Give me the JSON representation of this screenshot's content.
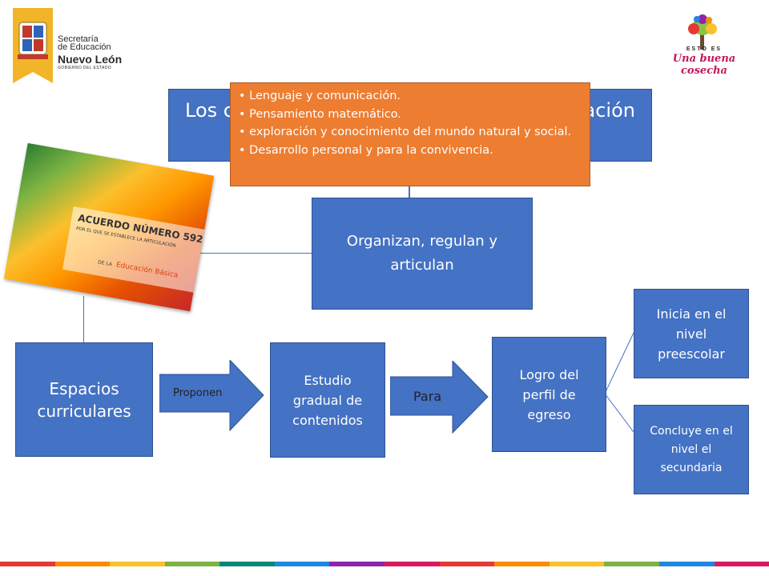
{
  "header": {
    "left_logo_line1": "Secretaría",
    "left_logo_line2": "de Educación",
    "left_logo_line3": "Nuevo León",
    "left_logo_line4": "GOBIERNO DEL ESTADO",
    "right_logo_top": "ESTO ES",
    "right_logo_bottom": "Una buena cosecha"
  },
  "title_box": {
    "left": "Los c",
    "right": "ación"
  },
  "fields": {
    "items": [
      "Lenguaje y comunicación.",
      "Pensamiento matemático.",
      "exploración y conocimiento del mundo natural y social.",
      "Desarrollo personal y para la convivencia."
    ]
  },
  "book": {
    "line1": "ACUERDO NÚMERO 592",
    "line2": "POR EL QUE SE ESTABLECE LA ARTICULACIÓN",
    "line3_pre": "DE LA",
    "line3_post": "Educación Básica"
  },
  "nodes": {
    "organizan": "Organizan, regulan y articulan",
    "espacios": "Espacios curriculares",
    "proponen": "Proponen",
    "estudio": "Estudio gradual de contenidos",
    "para": "Para",
    "logro": "Logro del perfil de egreso",
    "inicia": "Inicia en el nivel preescolar",
    "concluye": "Concluye en el nivel el secundaria"
  },
  "colors": {
    "box": "#4472c4",
    "orange": "#ed7d31",
    "gold": "#f2b529"
  }
}
